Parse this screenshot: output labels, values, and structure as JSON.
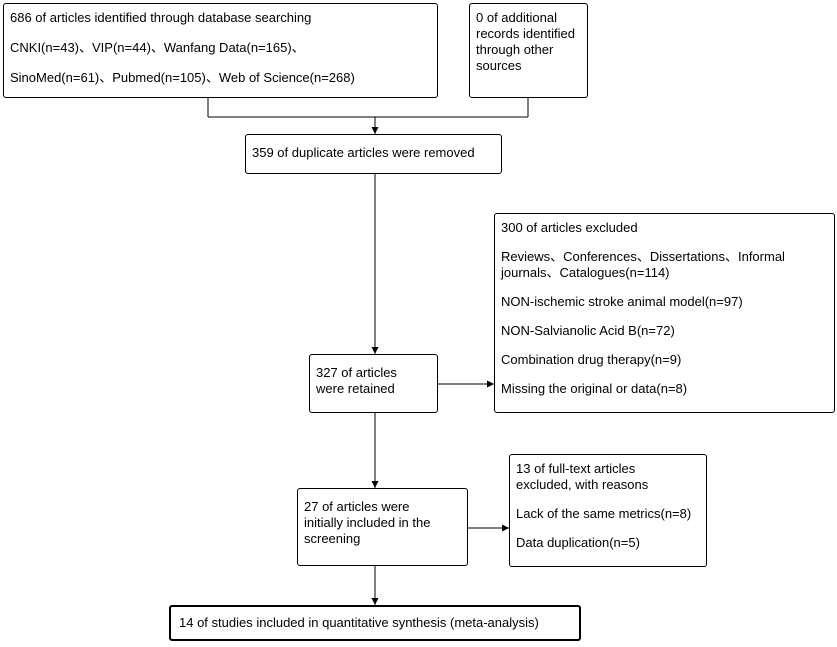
{
  "boxes": {
    "identified": {
      "title": "686 of articles identified through database searching",
      "line1": "CNKI(n=43)、VIP(n=44)、Wanfang Data(n=165)、",
      "line2": "SinoMed(n=61)、Pubmed(n=105)、Web of Science(n=268)"
    },
    "additional": {
      "lines": [
        "0 of additional",
        "records identified",
        "through other",
        "sources"
      ]
    },
    "duplicates": {
      "text": "359 of duplicate articles were removed"
    },
    "excluded_1": {
      "title": "300 of articles excluded",
      "reason1": "Reviews、Conferences、Dissertations、Informal journals、Catalogues(n=114)",
      "reason2": "NON-ischemic stroke animal model(n=97)",
      "reason3": "NON-Salvianolic Acid B(n=72)",
      "reason4": "Combination drug therapy(n=9)",
      "reason5": "Missing the original or data(n=8)"
    },
    "retained": {
      "lines": [
        "327 of articles",
        "were retained"
      ]
    },
    "excluded_2": {
      "lines": [
        "13 of full-text articles",
        "excluded, with reasons"
      ],
      "reason1": "Lack of the same metrics(n=8)",
      "reason2": "Data duplication(n=5)"
    },
    "initial": {
      "lines": [
        "27 of articles were",
        "initially included in the",
        "screening"
      ]
    },
    "final": {
      "text": "14 of studies included in quantitative synthesis (meta-analysis)"
    }
  }
}
